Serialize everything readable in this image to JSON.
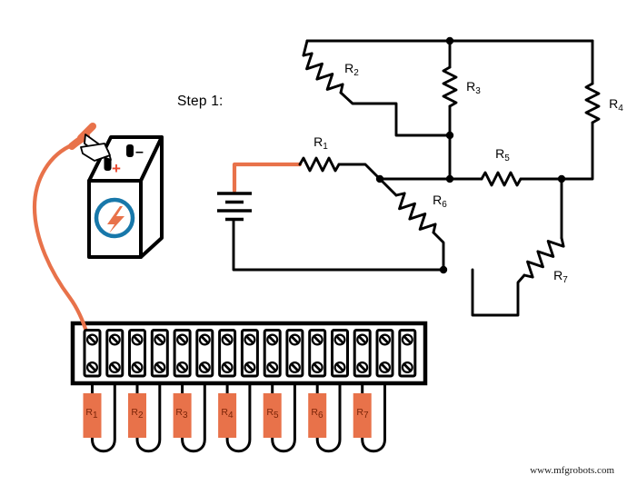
{
  "step_label": "Step 1:",
  "watermark": "www.mfgrobots.com",
  "battery": {
    "plus_label": "+",
    "minus_label": "–",
    "emblem_icon": "lightning-bolt-icon",
    "clip_icon": "alligator-clip-icon"
  },
  "resistors": [
    {
      "id": "R1",
      "label": "R",
      "sub": "1"
    },
    {
      "id": "R2",
      "label": "R",
      "sub": "2"
    },
    {
      "id": "R3",
      "label": "R",
      "sub": "3"
    },
    {
      "id": "R4",
      "label": "R",
      "sub": "4"
    },
    {
      "id": "R5",
      "label": "R",
      "sub": "5"
    },
    {
      "id": "R6",
      "label": "R",
      "sub": "6"
    },
    {
      "id": "R7",
      "label": "R",
      "sub": "7"
    }
  ],
  "terminal_strip": {
    "terminals": 15,
    "screws_per_terminal": 2
  },
  "colors": {
    "wire_orange": "#e8724a",
    "emblem_blue": "#1878aa",
    "plus_red": "#e8472e",
    "resistor_label": "#7b2408",
    "line_black": "#000000"
  }
}
